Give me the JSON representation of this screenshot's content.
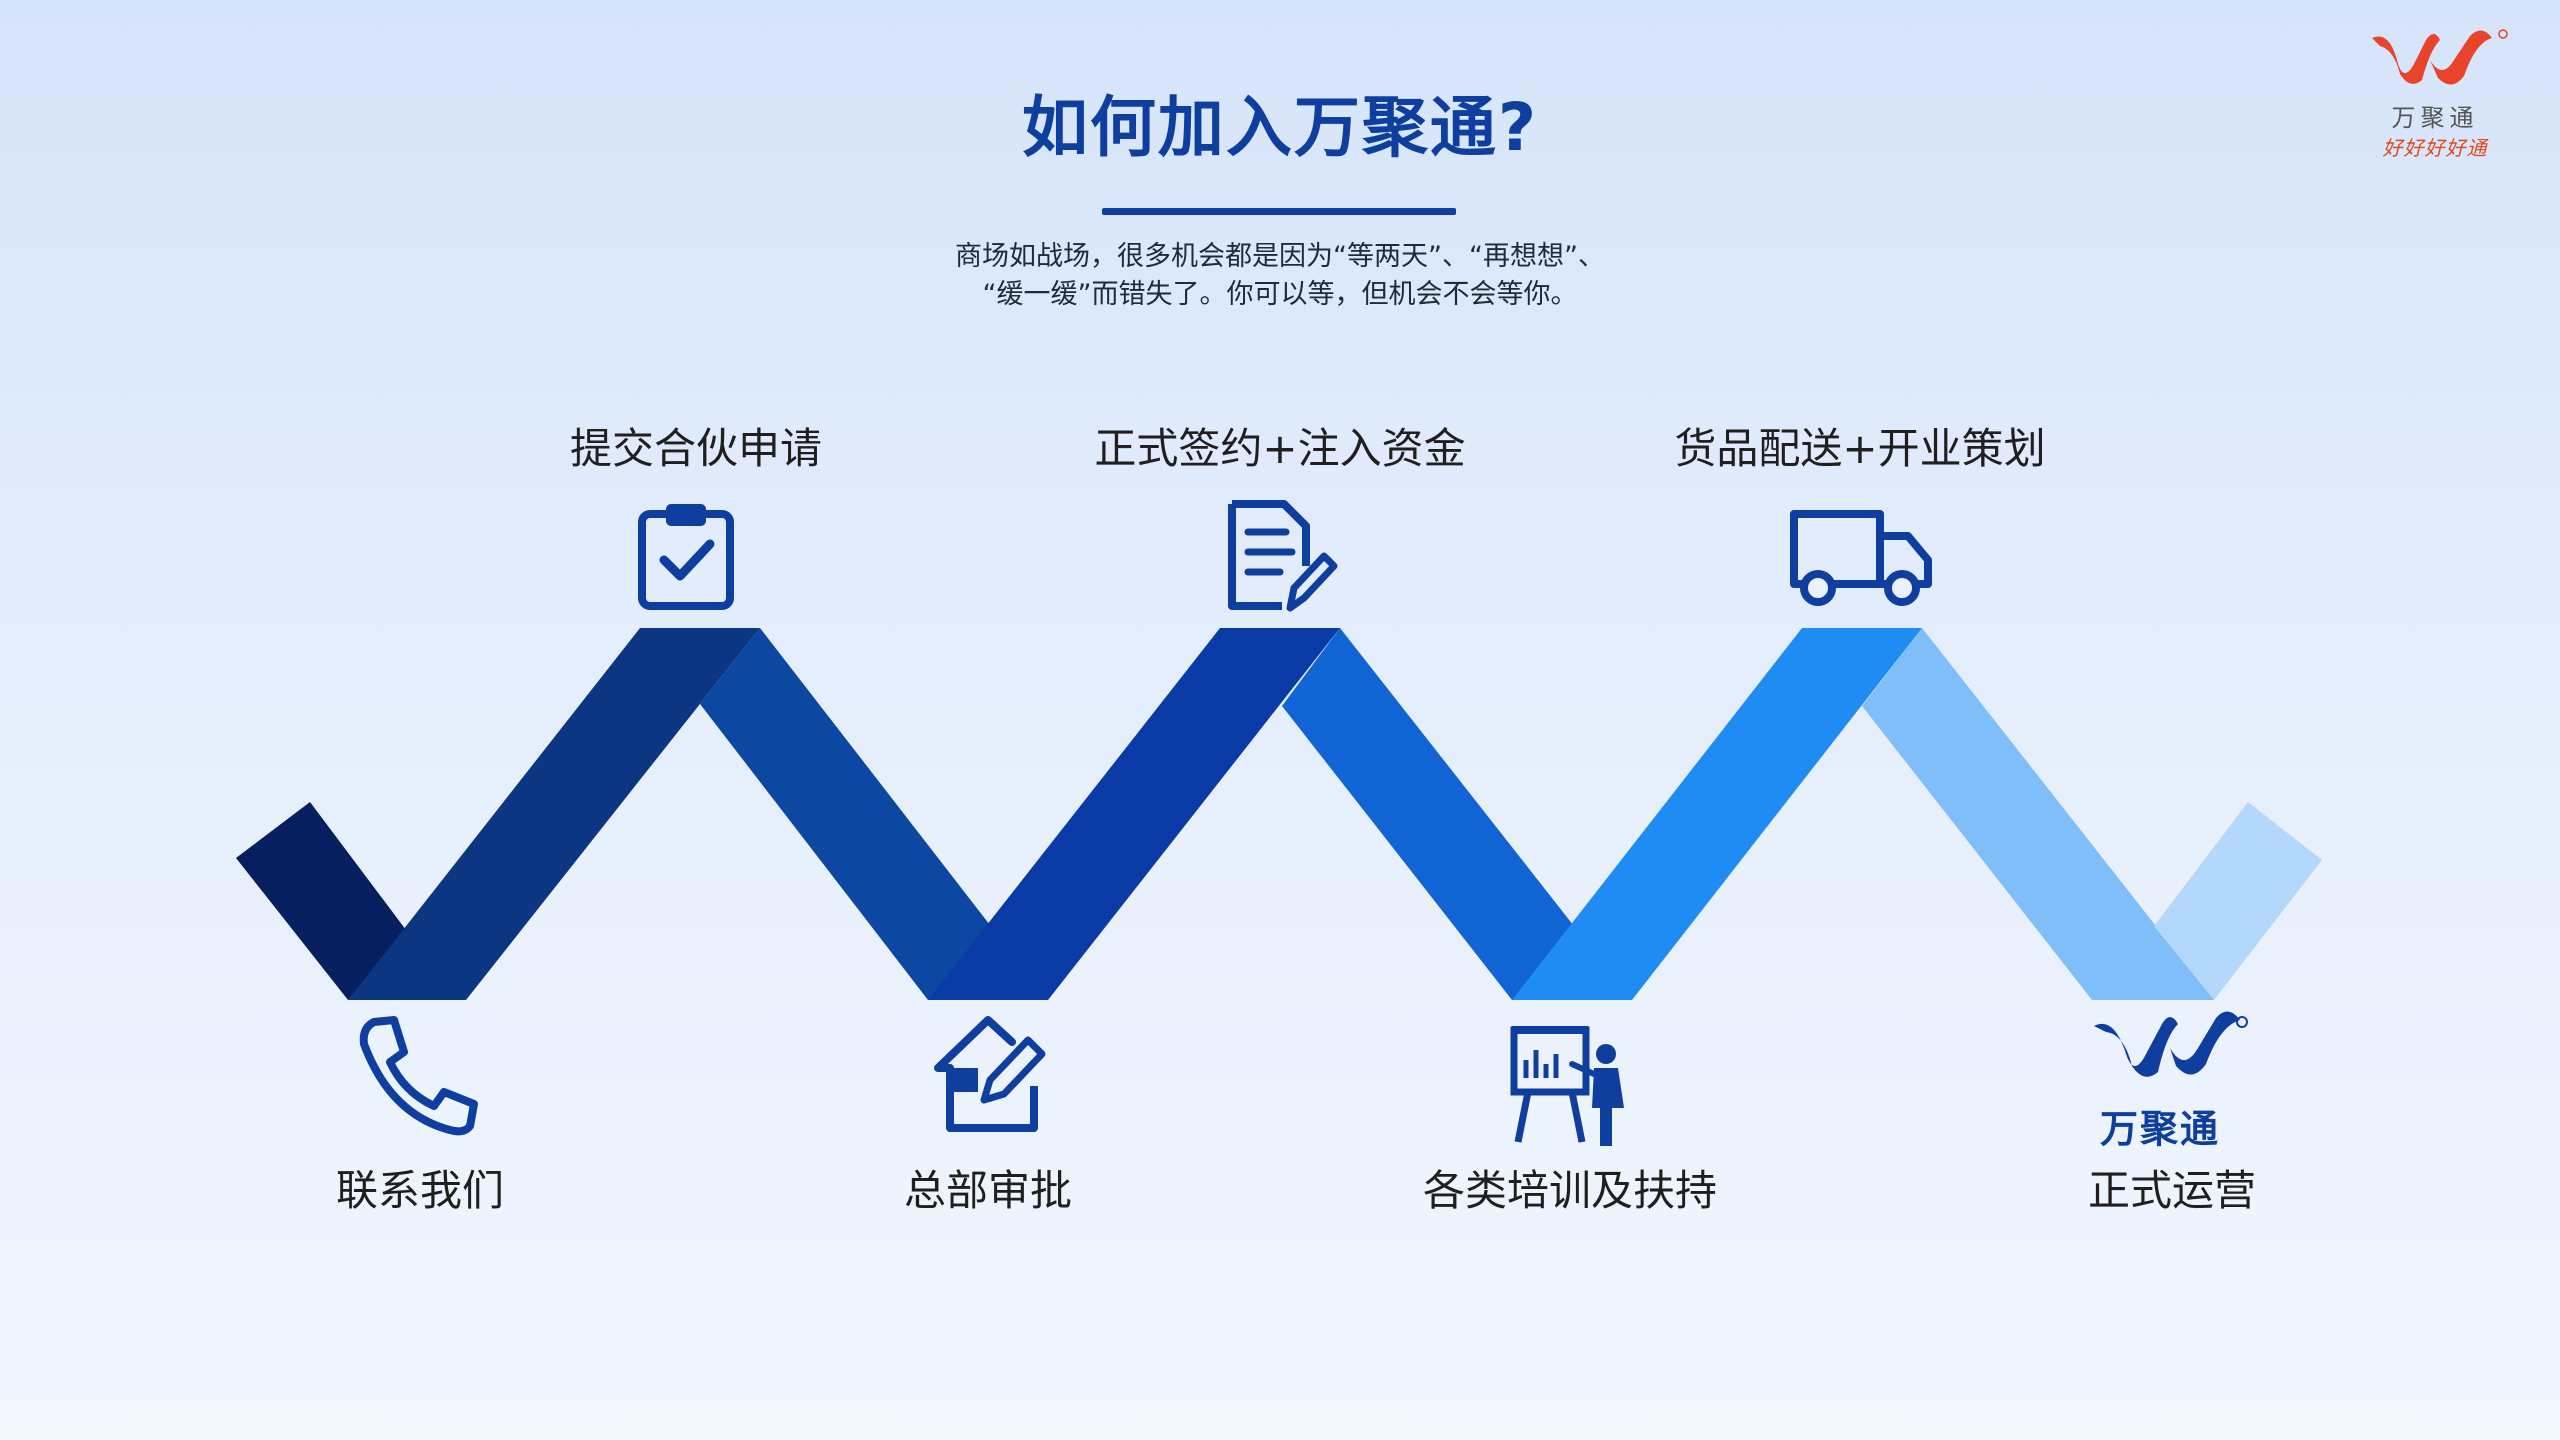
{
  "page": {
    "title": "如何加入万聚通?",
    "intro_lines": [
      "商场如战场，很多机会都是因为“等两天”、“再想想”、",
      "“缓一缓”而错失了。你可以等，但机会不会等你。"
    ]
  },
  "brand": {
    "name": "万聚通",
    "slogan": "好好好好通",
    "colors": {
      "primary": "#0f3f9e",
      "accent": "#e04a1e"
    }
  },
  "steps": [
    {
      "label": "联系我们",
      "icon": "phone-icon",
      "position": "bottom"
    },
    {
      "label": "提交合伙申请",
      "icon": "clipboard-check-icon",
      "position": "top"
    },
    {
      "label": "总部审批",
      "icon": "house-pen-icon",
      "position": "bottom"
    },
    {
      "label": "正式签约+注入资金",
      "icon": "document-pen-icon",
      "position": "top"
    },
    {
      "label": "各类培训及扶持",
      "icon": "training-presenter-icon",
      "position": "bottom"
    },
    {
      "label": "货品配送+开业策划",
      "icon": "truck-icon",
      "position": "top"
    },
    {
      "label": "正式运营",
      "icon": "brand-logo-icon",
      "position": "bottom"
    }
  ],
  "zigzag_colors": [
    "#061f5e",
    "#0c3682",
    "#0c47a1",
    "#1064d4",
    "#1e8cf2",
    "#7fbef8",
    "#b3d8fb"
  ]
}
